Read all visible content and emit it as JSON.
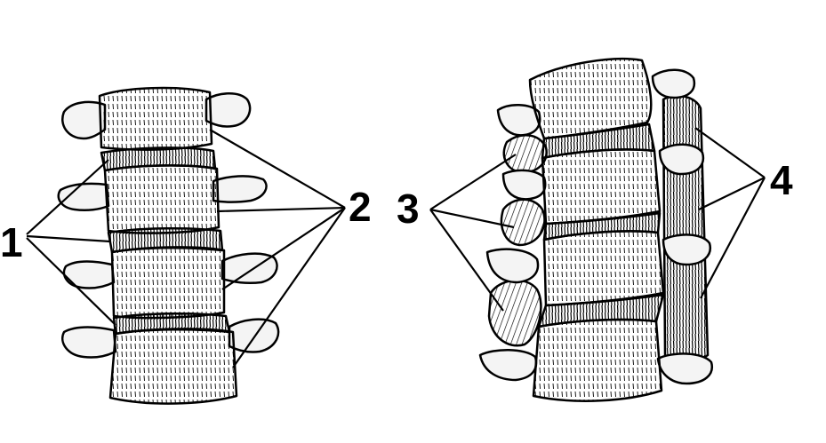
{
  "labels": {
    "one": "1",
    "two": "2",
    "three": "3",
    "four": "4"
  },
  "colors": {
    "ink": "#000000",
    "paper": "#ffffff",
    "bone": "#f4f4f4"
  }
}
